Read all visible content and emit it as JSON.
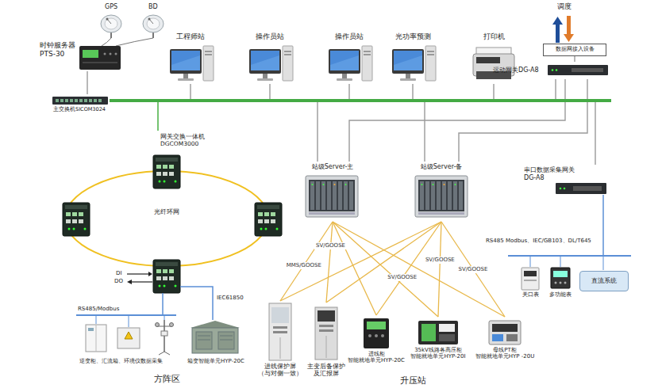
{
  "diagram": {
    "nodes": [
      {
        "text": [
          "时钟服务器 PTS-30"
        ]
      },
      {
        "text": [
          "工程师站"
        ]
      },
      {
        "text": [
          "操作员站"
        ]
      },
      {
        "text": [
          "操作员站"
        ]
      },
      {
        "text": [
          "光功率预测"
        ]
      },
      {
        "text": [
          "打印机"
        ]
      },
      {
        "text": [
          "数据网接入设备"
        ]
      },
      {
        "text": [
          "远动网关DG-A8"
        ]
      },
      {
        "text": [
          "主交换机SICOM3024"
        ]
      },
      {
        "text": [
          "网关交换一体机 DGCOM3000"
        ]
      },
      {
        "text": [
          "站级Server-主"
        ]
      },
      {
        "text": [
          "站级Server-备"
        ]
      },
      {
        "text": [
          "串口数据采集网关 DG-A8"
        ]
      },
      {
        "text": [
          "箱变智能单元HYP-20C"
        ]
      },
      {
        "text": [
          "进线保护屏 （与对侧一致）"
        ]
      },
      {
        "text": [
          "主变后备保护 及汇报屏"
        ]
      },
      {
        "text": [
          "进线柜 智能就地单元HYP-20C"
        ]
      },
      {
        "text": [
          "35kV线路各高压柜 智能就地单元HYP-20I"
        ]
      },
      {
        "text": [
          "母线PT柜 智能就地单元HYP -20U"
        ]
      },
      {
        "text": [
          "关口表"
        ]
      },
      {
        "text": [
          "多功能表"
        ]
      },
      {
        "text": [
          "直流系统"
        ]
      }
    ],
    "edges": [
      {
        "from": 0,
        "to": 8,
        "arrow": "none"
      },
      {
        "from": 1,
        "to": 8,
        "arrow": "none"
      },
      {
        "from": 2,
        "to": 8,
        "arrow": "none"
      },
      {
        "from": 3,
        "to": 8,
        "arrow": "none"
      },
      {
        "from": 4,
        "to": 8,
        "arrow": "none"
      },
      {
        "from": 5,
        "to": 8,
        "arrow": "none"
      },
      {
        "from": 6,
        "to": 7,
        "arrow": "none"
      },
      {
        "from": 7,
        "to": 8,
        "arrow": "none"
      },
      {
        "from": 9,
        "to": 8,
        "arrow": "none"
      },
      {
        "from": 10,
        "to": 8,
        "arrow": "none"
      },
      {
        "from": 11,
        "to": 8,
        "arrow": "none"
      },
      {
        "from": 10,
        "to": 7,
        "arrow": "none"
      },
      {
        "from": 11,
        "to": 7,
        "arrow": "none"
      },
      {
        "from": 12,
        "to": 8,
        "arrow": "none"
      },
      {
        "from": 10,
        "to": 14,
        "label": "MMS/GOOSE",
        "arrow": "none"
      },
      {
        "from": 10,
        "to": 15,
        "label": "SV/GOOSE",
        "arrow": "none"
      },
      {
        "from": 10,
        "to": 16,
        "arrow": "none"
      },
      {
        "from": 10,
        "to": 17,
        "arrow": "none"
      },
      {
        "from": 10,
        "to": 18,
        "arrow": "none"
      },
      {
        "from": 11,
        "to": 14,
        "arrow": "none"
      },
      {
        "from": 11,
        "to": 15,
        "arrow": "none"
      },
      {
        "from": 11,
        "to": 16,
        "label": "SV/GOOSE",
        "arrow": "none"
      },
      {
        "from": 11,
        "to": 17,
        "label": "SV/GOOSE",
        "arrow": "none"
      },
      {
        "from": 11,
        "to": 18,
        "label": "SV/GOOSE",
        "arrow": "none"
      }
    ],
    "labels": [
      "GPS",
      "BD",
      "调度",
      "光纤环网",
      "DI",
      "DO",
      "RS485/Modbus",
      "逆变柜、汇流箱、环境仪数据采集",
      "IEC61850",
      "方阵区",
      "RS485 Modbus、IEC/GB103、DL/T645",
      "升压站"
    ]
  }
}
